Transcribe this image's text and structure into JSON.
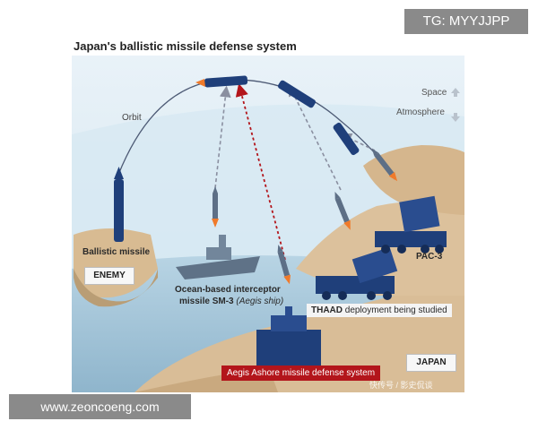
{
  "title": "Japan's ballistic missile defense system",
  "labels": {
    "orbit": "Orbit",
    "space": "Space",
    "atmosphere": "Atmosphere",
    "ballistic_missile": "Ballistic missile",
    "enemy": "ENEMY",
    "ocean_line1": "Ocean-based interceptor",
    "ocean_line2_main": "missile SM-3 ",
    "ocean_line2_italic": "(Aegis ship)",
    "pac3": "PAC-3",
    "thaad_bold": "THAAD",
    "thaad_rest": " deployment being studied",
    "japan": "JAPAN",
    "aegis_ashore": "Aegis Ashore missile defense system"
  },
  "watermarks": {
    "tg": "TG: MYYJJPP",
    "url": "www.zeoncoeng.com",
    "bottom": "快传号 / 影史侃谈"
  },
  "colors": {
    "sky": "#dcebf4",
    "land": "#d9bd97",
    "sea": "#a9c9dd",
    "missile": "#1f3f7a",
    "aegis_red": "#b3151b",
    "dashed_gray": "#8a8fa0"
  }
}
